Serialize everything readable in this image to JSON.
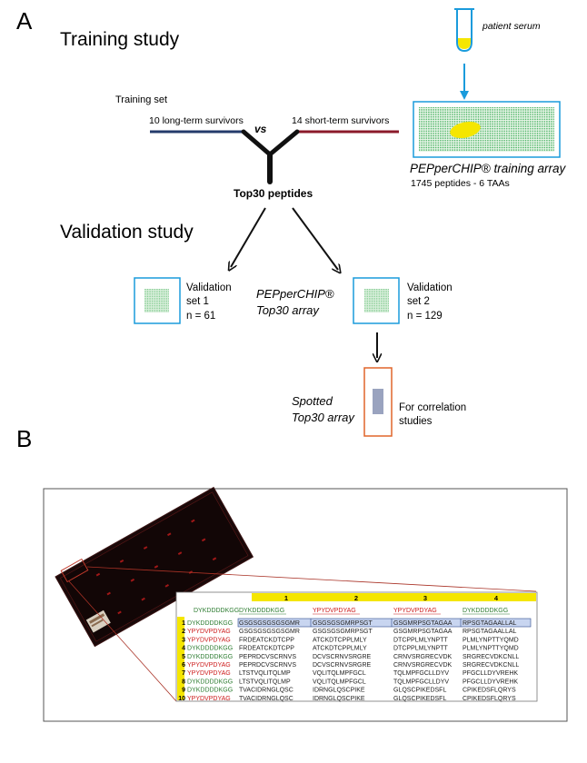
{
  "panel_a": {
    "label": "A",
    "training_study_title": "Training study",
    "validation_study_title": "Validation study",
    "patient_serum": "patient serum",
    "training_set_label": "Training set",
    "long_term": "10 long-term survivors",
    "vs": "vs",
    "short_term": "14 short-term survivors",
    "top30_peptides": "Top30 peptides",
    "training_array_title": "PEPperCHIP® training array",
    "training_array_sub": "1745 peptides - 6 TAAs",
    "val1_line1": "Validation",
    "val1_line2": "set 1",
    "val1_line3": "n = 61",
    "top30_array_line1": "PEPperCHIP®",
    "top30_array_line2": "Top30 array",
    "val2_line1": "Validation",
    "val2_line2": "set 2",
    "val2_line3": "n = 129",
    "spotted_line1": "Spotted",
    "spotted_line2": "Top30 array",
    "correlation_line1": "For correlation",
    "correlation_line2": "studies"
  },
  "panel_b": {
    "label": "B",
    "table": {
      "col_headers": [
        "1",
        "2",
        "3",
        "4"
      ],
      "header_row": [
        "DYKDDDDKGG",
        "DYKDDDDKGG",
        "YPYDVPDYAG",
        "YPYDVPDYAG",
        "DYKDDDDKGG"
      ],
      "rows": [
        {
          "num": "1",
          "tag": "DYKDDDDKGG",
          "cells": [
            "GSGSGSGSGSGMR",
            "GSGSGSGMRPSGT",
            "GSGMRPSGTAGAA",
            "RPSGTAGAALLAL"
          ]
        },
        {
          "num": "2",
          "tag": "YPYDVPDYAG",
          "cells": [
            "GSGSGSGSGSGMR",
            "GSGSGSGMRPSGT",
            "GSGMRPSGTAGAA",
            "RPSGTAGAALLAL"
          ]
        },
        {
          "num": "3",
          "tag": "YPYDVPDYAG",
          "cells": [
            "FRDEATCKDTCPP",
            "ATCKDTCPPLMLY",
            "DTCPPLMLYNPTT",
            "PLMLYNPTTYQMD"
          ]
        },
        {
          "num": "4",
          "tag": "DYKDDDDKGG",
          "cells": [
            "FRDEATCKDTCPP",
            "ATCKDTCPPLMLY",
            "DTCPPLMLYNPTT",
            "PLMLYNPTTYQMD"
          ]
        },
        {
          "num": "5",
          "tag": "DYKDDDDKGG",
          "cells": [
            "PEPRDCVSCRNVS",
            "DCVSCRNVSRGRE",
            "CRNVSRGRECVDK",
            "SRGRECVDKCNLL"
          ]
        },
        {
          "num": "6",
          "tag": "YPYDVPDYAG",
          "cells": [
            "PEPRDCVSCRNVS",
            "DCVSCRNVSRGRE",
            "CRNVSRGRECVDK",
            "SRGRECVDKCNLL"
          ]
        },
        {
          "num": "7",
          "tag": "YPYDVPDYAG",
          "cells": [
            "LTSTVQLITQLMP",
            "VQLITQLMPFGCL",
            "TQLMPFGCLLDYV",
            "PFGCLLDYVREHK"
          ]
        },
        {
          "num": "8",
          "tag": "DYKDDDDKGG",
          "cells": [
            "LTSTVQLITQLMP",
            "VQLITQLMPFGCL",
            "TQLMPFGCLLDYV",
            "PFGCLLDYVREHK"
          ]
        },
        {
          "num": "9",
          "tag": "DYKDDDDKGG",
          "cells": [
            "TVACIDRNGLQSC",
            "IDRNGLQSCPIKE",
            "GLQSCPIKEDSFL",
            "CPIKEDSFLQRYS"
          ]
        },
        {
          "num": "10",
          "tag": "YPYDVPDYAG",
          "cells": [
            "TVACIDRNGLQSC",
            "IDRNGLQSCPIKE",
            "GLQSCPIKEDSFL",
            "CPIKEDSFLQRYS"
          ]
        }
      ]
    }
  },
  "colors": {
    "blue": "#1a9bdc",
    "navy": "#243b6b",
    "maroon": "#8b1a2a",
    "green_text": "#2e7d32",
    "red_text": "#cc1a1a",
    "yellow": "#f5e600",
    "orange": "#e0652a"
  }
}
